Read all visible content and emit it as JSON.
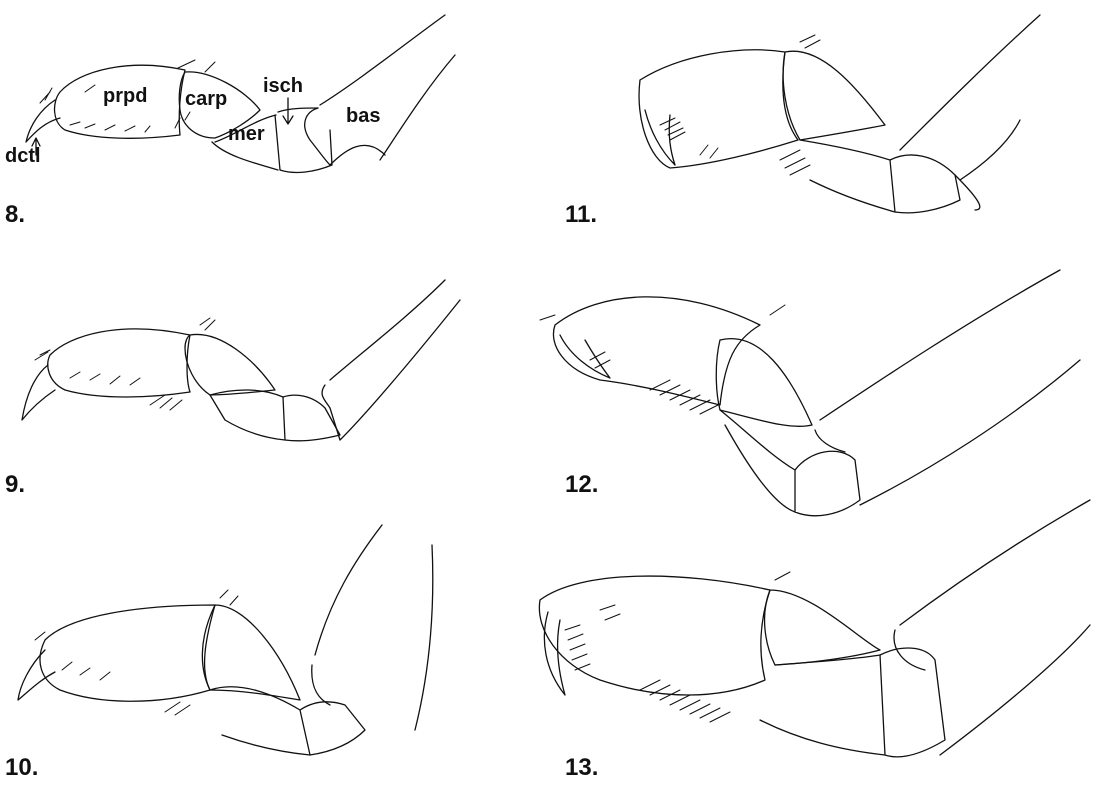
{
  "figure_numbers": {
    "f8": "8.",
    "f9": "9.",
    "f10": "10.",
    "f11": "11.",
    "f12": "12.",
    "f13": "13."
  },
  "segment_labels": {
    "prpd": "prpd",
    "carp": "carp",
    "isch": "isch",
    "bas": "bas",
    "mer": "mer",
    "dctl": "dctl"
  },
  "colors": {
    "line": "#111111",
    "background": "#ffffff"
  }
}
